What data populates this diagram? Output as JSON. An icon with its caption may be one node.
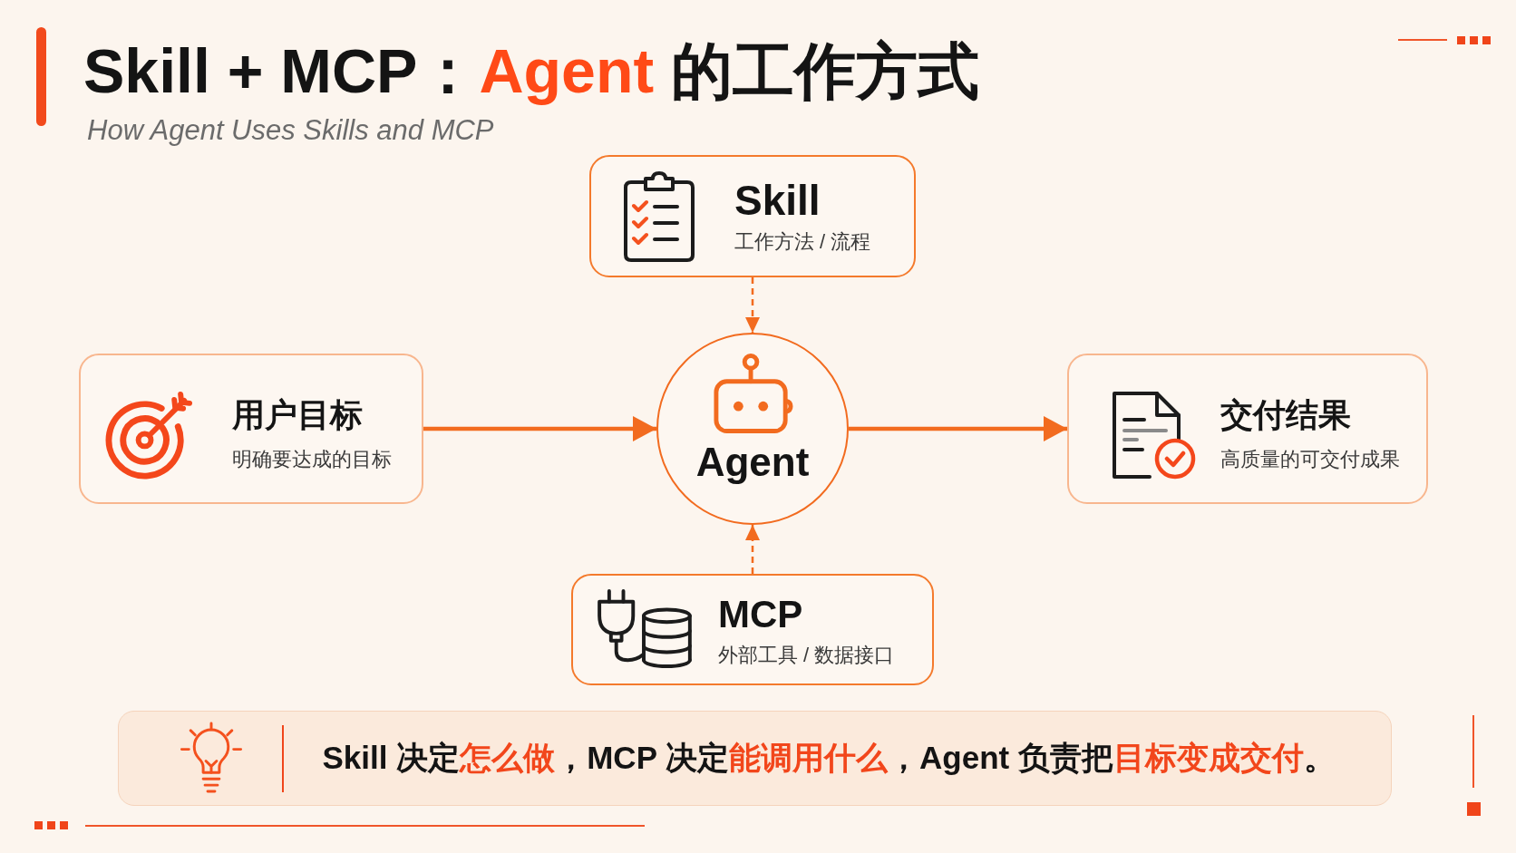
{
  "diagram": {
    "title": "Skill + MCP：**Agent** 的工作方式",
    "nodes": [
      {
        "text": [
          "Skill",
          "工作方法 / 流程"
        ]
      },
      {
        "text": [
          "用户目标",
          "明确要达成的目标"
        ]
      },
      {
        "text": [
          "Agent"
        ]
      },
      {
        "text": [
          "交付结果",
          "高质量的可交付成果"
        ]
      },
      {
        "text": [
          "MCP",
          "外部工具 / 数据接口"
        ]
      },
      {
        "text": [
          "Skill 决定**怎么做**，MCP 决定**能调用什么**，Agent 负责把**目标变成交付**。"
        ]
      }
    ],
    "edges": [
      {
        "from": 1,
        "to": 2,
        "arrow": "to"
      },
      {
        "from": 2,
        "to": 3,
        "arrow": "to"
      },
      {
        "from": 0,
        "to": 2,
        "arrow": "to",
        "style": "dashed"
      },
      {
        "from": 4,
        "to": 2,
        "arrow": "to",
        "style": "dashed"
      }
    ],
    "labels": [
      "How Agent Uses Skills and MCP"
    ]
  }
}
